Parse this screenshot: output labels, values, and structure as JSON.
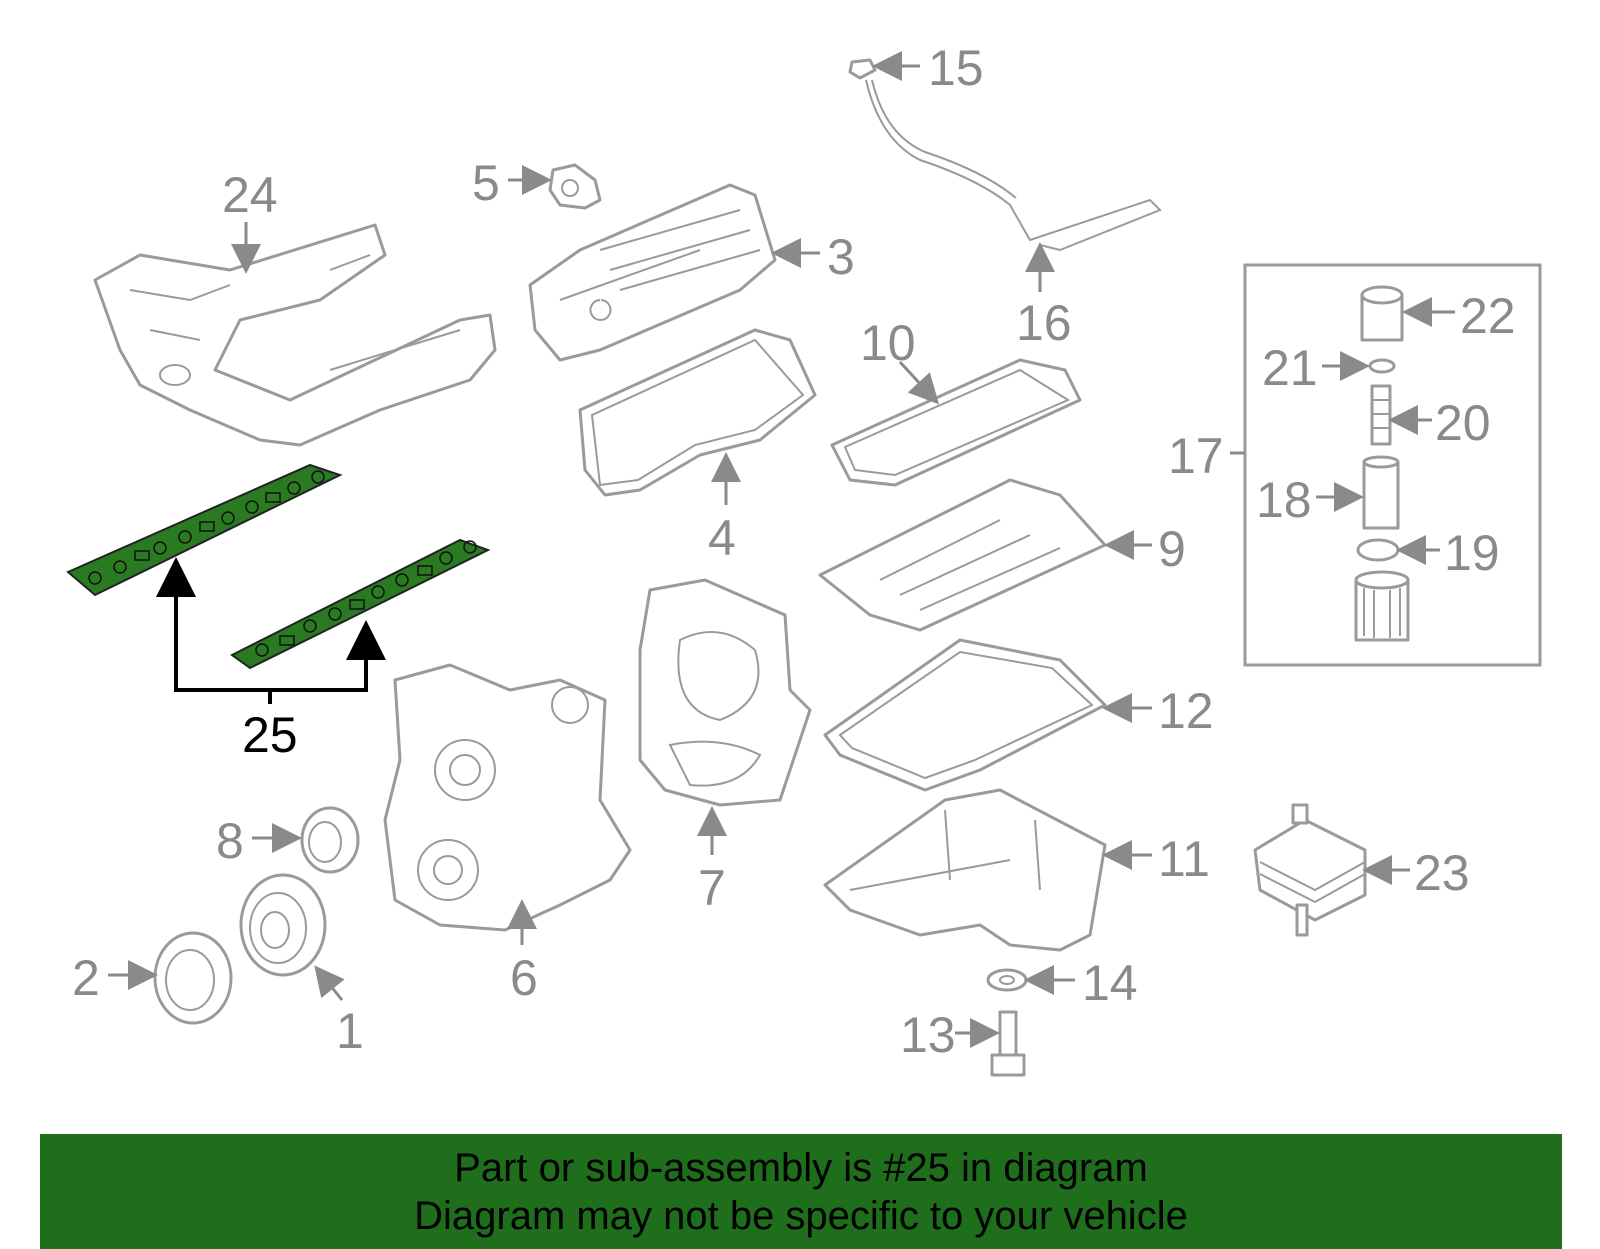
{
  "colors": {
    "highlight": "#2a7a22",
    "banner": "#1f6e1c",
    "part_stroke": "#9a9a9a",
    "label": "#8a8a8a"
  },
  "callouts": {
    "c1": "1",
    "c2": "2",
    "c3": "3",
    "c4": "4",
    "c5": "5",
    "c6": "6",
    "c7": "7",
    "c8": "8",
    "c9": "9",
    "c10": "10",
    "c11": "11",
    "c12": "12",
    "c13": "13",
    "c14": "14",
    "c15": "15",
    "c16": "16",
    "c17": "17",
    "c18": "18",
    "c19": "19",
    "c20": "20",
    "c21": "21",
    "c22": "22",
    "c23": "23",
    "c24": "24",
    "c25": "25"
  },
  "highlighted_part": "25",
  "banner": {
    "line1": "Part or sub-assembly is #25 in diagram",
    "line2": "Diagram may not be specific to your vehicle"
  }
}
